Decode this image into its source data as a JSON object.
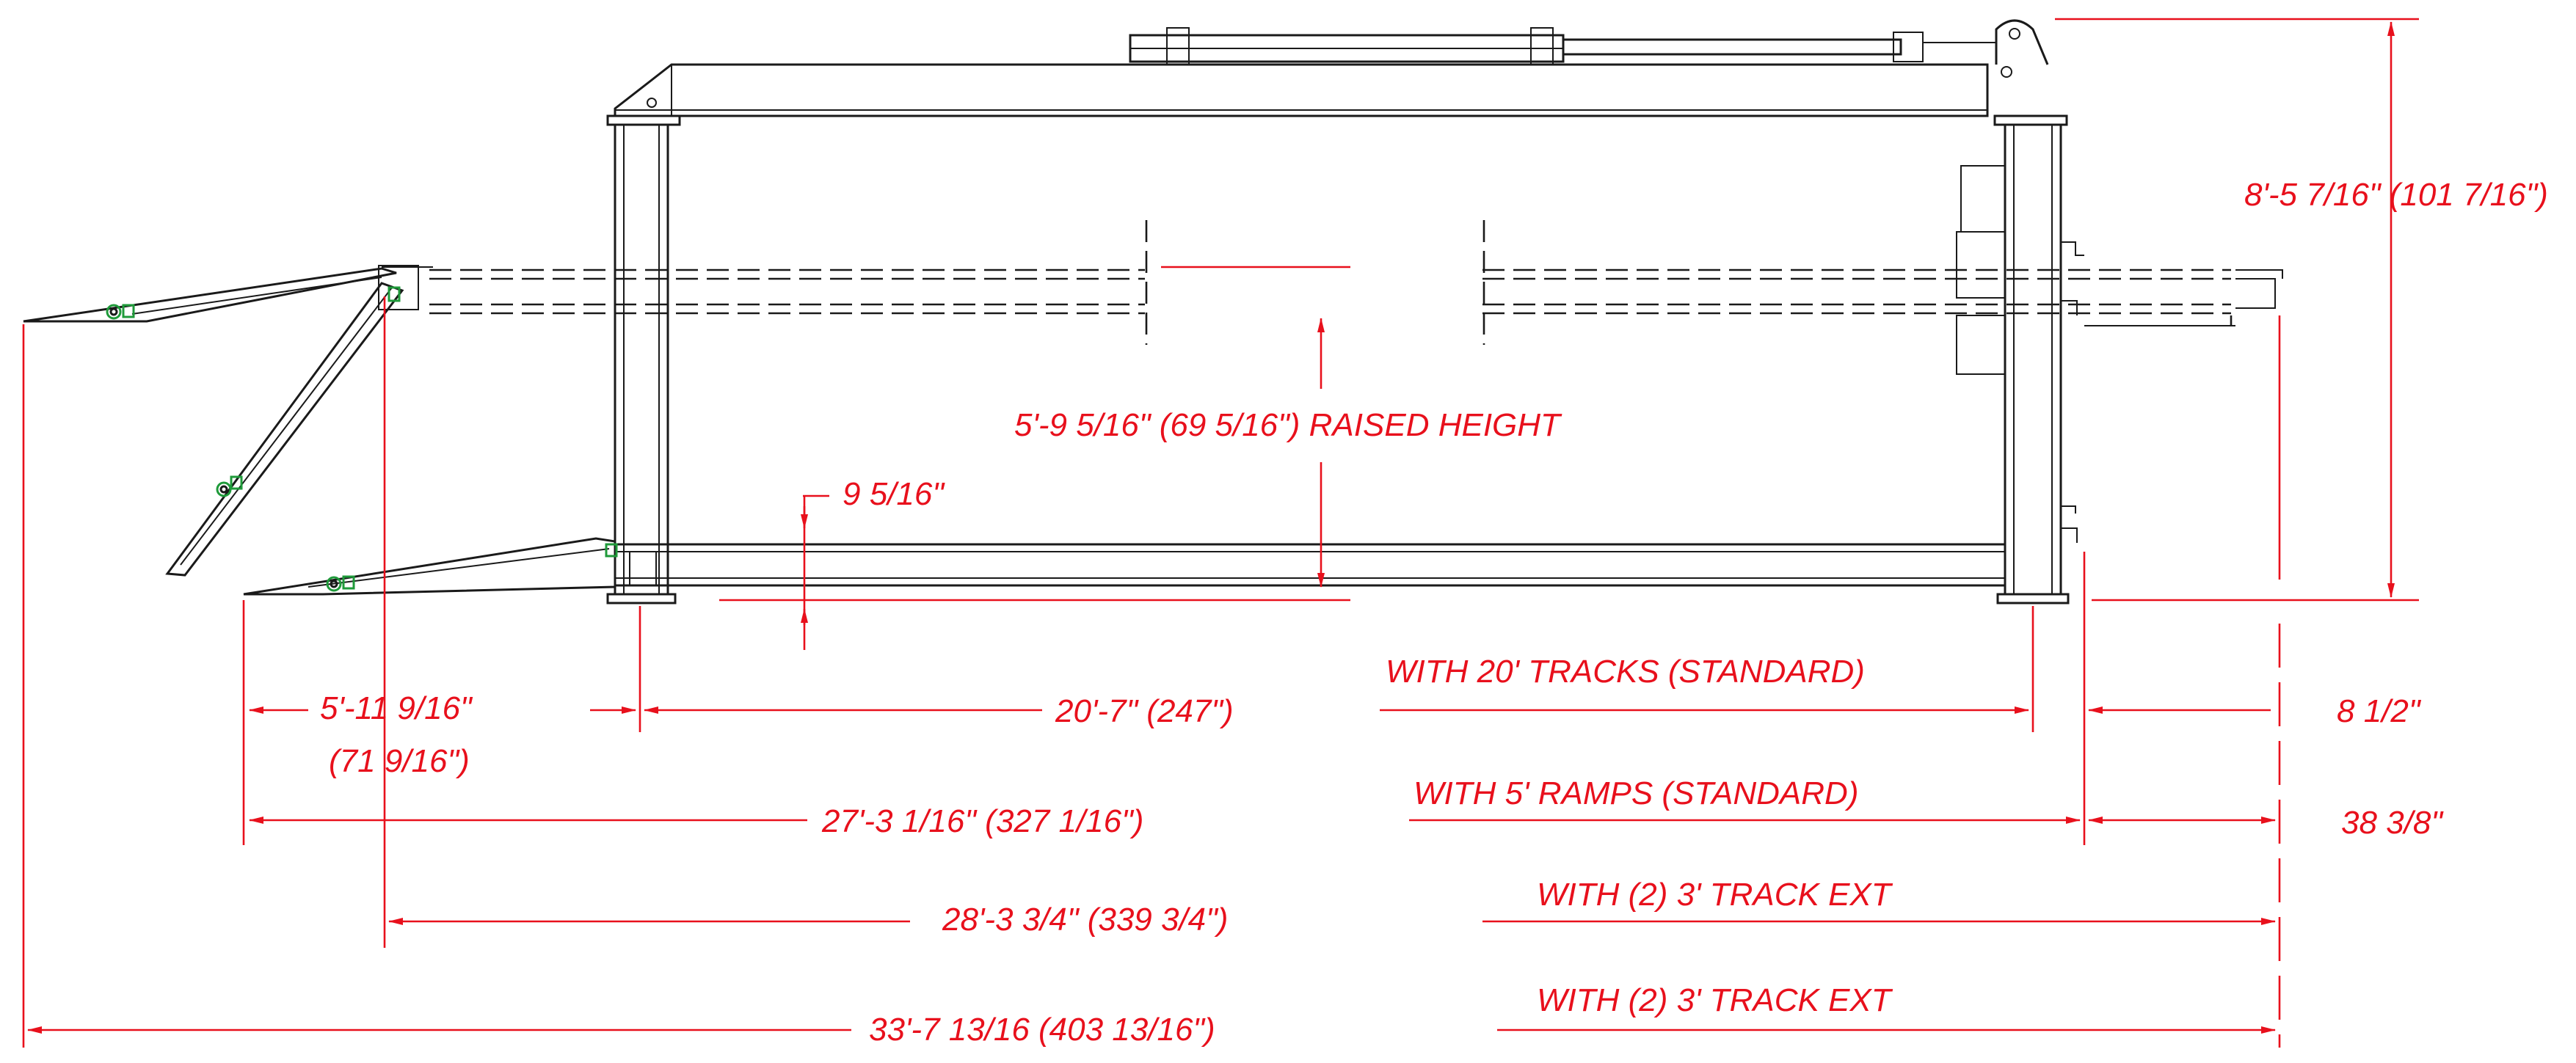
{
  "colors": {
    "dimension": "#e8101c",
    "outline": "#1a1a1a",
    "hinge": "#1f9a3a"
  },
  "labels": {
    "overall_height": "8'-5 7/16\" (101 7/16\")",
    "raised_height": "5'-9 5/16\" (69 5/16\") RAISED HEIGHT",
    "frame_height": "9 5/16\"",
    "ramp_projection_a": "5'-11 9/16\"",
    "ramp_projection_b": "(71 9/16\")",
    "frame_length": "20'-7\" (247\")",
    "with_20_tracks": "WITH 20' TRACKS (STANDARD)",
    "rear_offset": "8 1/2\"",
    "with_5_ramps": "WITH 5' RAMPS (STANDARD)",
    "length_with_ramps": "27'-3 1/16\" (327 1/16\")",
    "track_ext_projection": "38 3/8\"",
    "with_track_ext_1": "WITH (2) 3' TRACK EXT",
    "length_with_ext": "28'-3 3/4\" (339 3/4\")",
    "with_track_ext_2": "WITH (2) 3' TRACK EXT",
    "overall_length": "33'-7 13/16 (403 13/16\")"
  }
}
